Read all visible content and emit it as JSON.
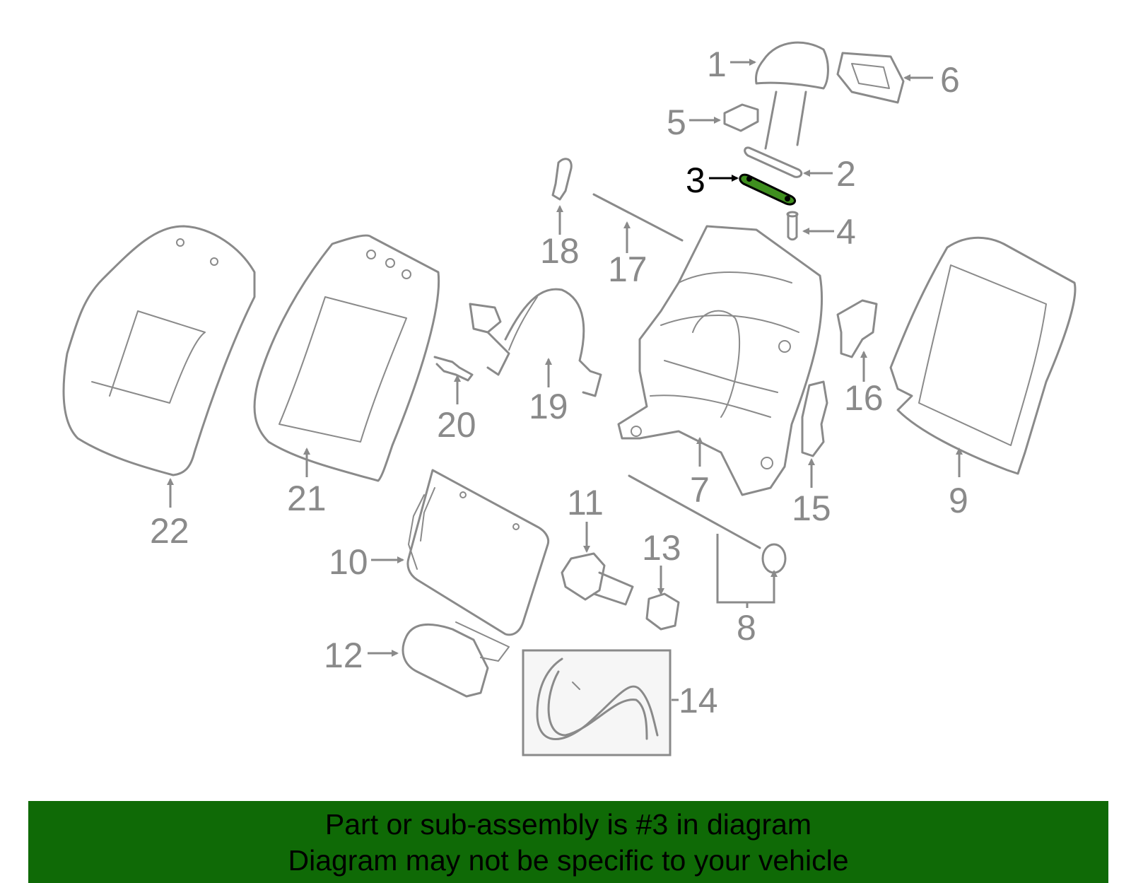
{
  "diagram": {
    "highlighted_part": "3",
    "highlight_color": "#3f8f1f",
    "banner_color": "#0f6a06",
    "callouts": [
      "1",
      "2",
      "3",
      "4",
      "5",
      "6",
      "7",
      "8",
      "9",
      "10",
      "11",
      "12",
      "13",
      "14",
      "15",
      "16",
      "17",
      "18",
      "19",
      "20",
      "21",
      "22"
    ]
  },
  "banner": {
    "line1": "Part or sub-assembly is #3 in diagram",
    "line2": "Diagram may not be specific to your vehicle"
  }
}
